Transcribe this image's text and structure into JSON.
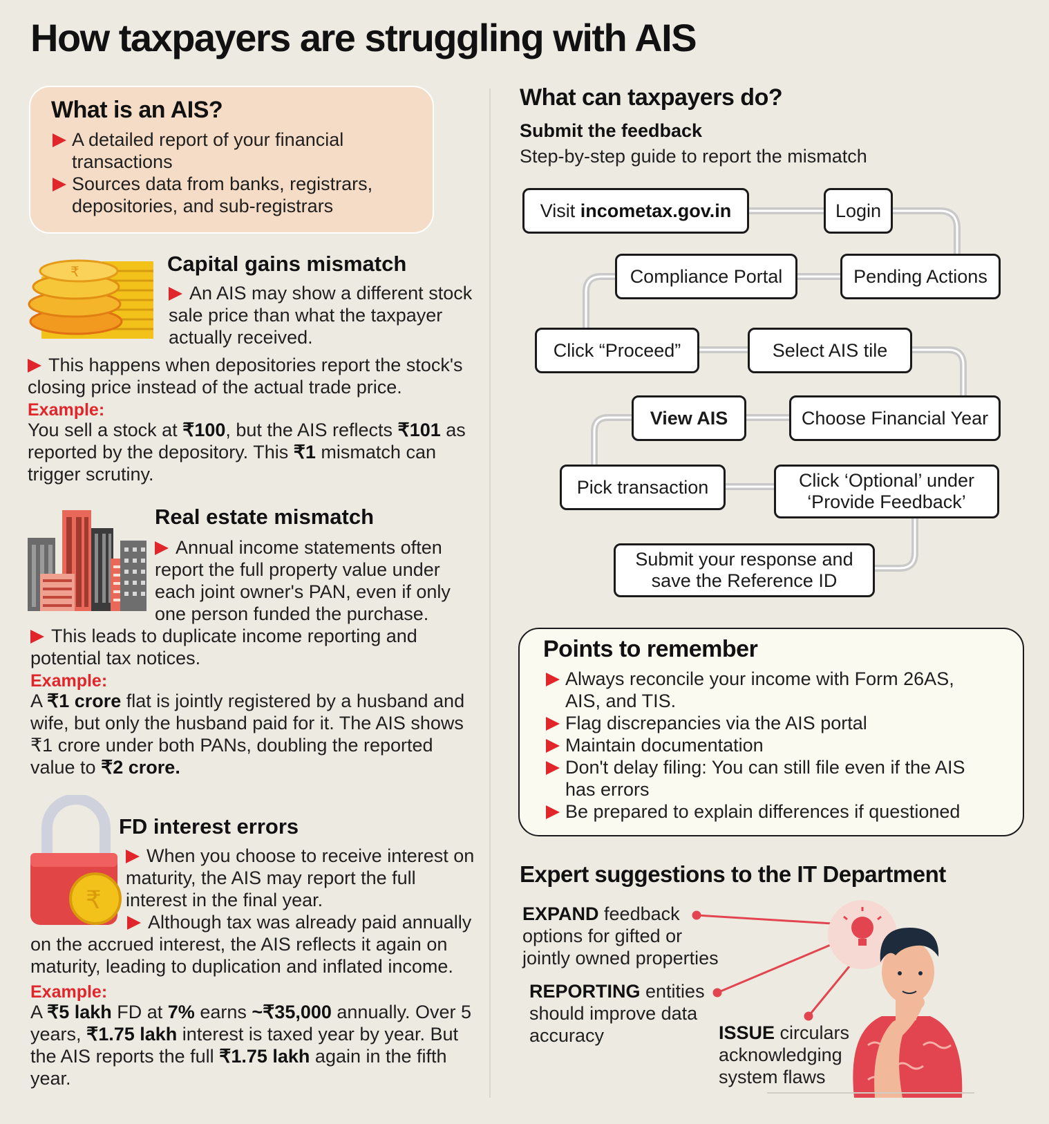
{
  "title": "How taxpayers are struggling with AIS",
  "what_is": {
    "heading": "What is an AIS?",
    "bullets": [
      "A detailed report of your financial transactions",
      "Sources data from banks, registrars, depositories, and sub-registrars"
    ]
  },
  "capital_gains": {
    "heading": "Capital gains mismatch",
    "bullet1": "An AIS may show a different stock sale price than what the taxpayer actually received.",
    "bullet2": "This happens when depositories report the stock's closing price instead of the actual trade price.",
    "example_label": "Example:",
    "example": {
      "t1": "You sell a stock at ",
      "b1": "₹100",
      "t2": ", but the AIS reflects ",
      "b2": "₹101",
      "t3": " as reported by the depository. This ",
      "b3": "₹1",
      "t4": " mismatch can trigger scrutiny."
    }
  },
  "real_estate": {
    "heading": "Real estate mismatch",
    "bullet1": "Annual income statements often report the full property value under each joint owner's PAN, even if only one person funded the purchase.",
    "bullet2": "This leads to duplicate income reporting and potential tax notices.",
    "example_label": "Example:",
    "example": {
      "t1": "A ",
      "b1": "₹1 crore",
      "t2": " flat is jointly registered by a husband and wife, but only the husband paid for it. The AIS shows ₹1 crore under both PANs, doubling the reported value to ",
      "b2": "₹2 crore."
    }
  },
  "fd": {
    "heading": "FD interest errors",
    "bullet1": "When you choose to receive interest on maturity, the AIS may report the full interest in the final year.",
    "bullet2": "Although tax was already paid annually on the accrued interest, the AIS reflects it again on maturity, leading to duplication and inflated income.",
    "example_label": "Example:",
    "example": {
      "t1": "A ",
      "b1": "₹5 lakh",
      "t2": " FD at ",
      "b2": "7%",
      "t3": " earns ",
      "b3": "~₹35,000",
      "t4": " annually. Over 5 years, ",
      "b4": "₹1.75 lakh",
      "t5": " interest is taxed year by year. But the AIS reports the full ",
      "b5": "₹1.75 lakh",
      "t6": " again in the fifth year."
    }
  },
  "what_can": {
    "heading": "What can taxpayers do?",
    "subheading": "Submit the feedback",
    "guide": "Step-by-step guide to report the mismatch"
  },
  "flow": {
    "visit_prefix": "Visit ",
    "visit_site": "incometax.gov.in",
    "login": "Login",
    "compliance": "Compliance Portal",
    "pending": "Pending Actions",
    "proceed": "Click “Proceed”",
    "select_tile": "Select AIS tile",
    "view_ais": "View AIS",
    "choose_year": "Choose Financial Year",
    "pick": "Pick transaction",
    "optional": "Click ‘Optional’ under ‘Provide Feedback’",
    "submit": "Submit your response and save the Reference ID"
  },
  "points": {
    "heading": "Points to remember",
    "items": [
      "Always reconcile your income with Form 26AS, AIS, and TIS.",
      "Flag discrepancies via the AIS portal",
      "Maintain documentation",
      "Don't delay filing: You can still file even if the AIS has errors",
      "Be prepared to explain differences if questioned"
    ]
  },
  "expert": {
    "heading": "Expert suggestions to the IT Department",
    "s1_bold": "EXPAND",
    "s1_rest": " feedback options for gifted or jointly owned properties",
    "s2_bold": "REPORTING",
    "s2_rest": " entities should improve data accuracy",
    "s3_bold": "ISSUE",
    "s3_rest": " circulars acknowledging system flaws"
  },
  "colors": {
    "accent_red": "#e0262b",
    "background": "#edebe1",
    "ais_box": "#f5dcc6",
    "connector": "#c9c9c9"
  }
}
